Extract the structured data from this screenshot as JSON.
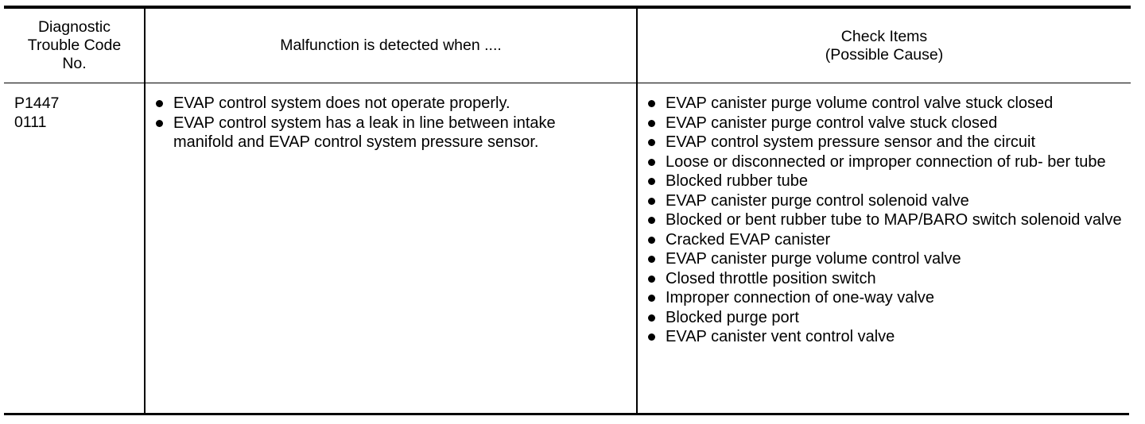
{
  "table": {
    "headers": {
      "code": [
        "Diagnostic",
        "Trouble Code",
        "No."
      ],
      "condition": "Malfunction is detected when ....",
      "check": [
        "Check Items",
        "(Possible Cause)"
      ]
    },
    "row": {
      "codes": [
        "P1447",
        "0111"
      ],
      "conditions": [
        "EVAP control system does not operate properly.",
        "EVAP control system has a leak in line between intake manifold and EVAP control system pressure sensor."
      ],
      "check_items": [
        "EVAP canister purge volume control valve stuck closed",
        "EVAP canister purge control valve stuck closed",
        "EVAP control system pressure sensor and the circuit",
        "Loose or disconnected or improper connection of rub- ber tube",
        "Blocked rubber tube",
        "EVAP canister purge control solenoid valve",
        "Blocked or bent rubber tube to MAP/BARO switch solenoid valve",
        "Cracked EVAP canister",
        "EVAP canister purge volume control valve",
        "Closed throttle position switch",
        "Improper connection of one-way valve",
        "Blocked purge port",
        "EVAP canister vent control valve"
      ]
    }
  }
}
